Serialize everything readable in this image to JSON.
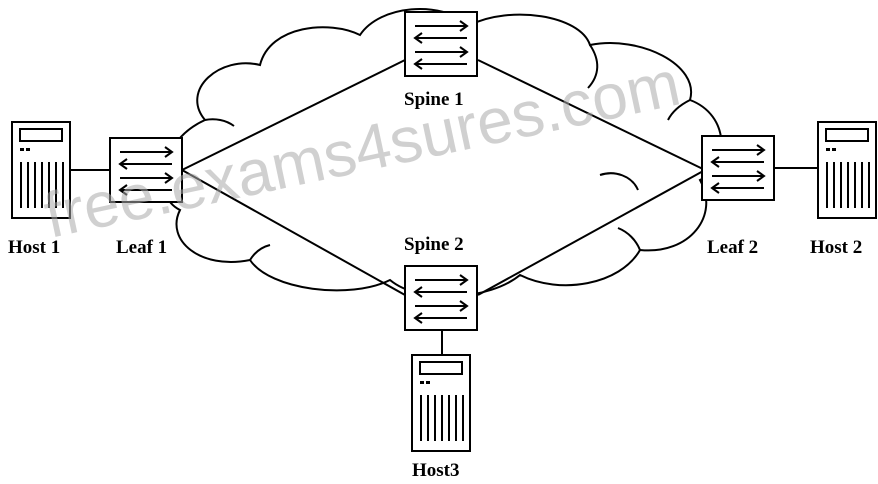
{
  "nodes": {
    "host1": {
      "label": "Host 1",
      "kind": "server-icon"
    },
    "leaf1": {
      "label": "Leaf 1",
      "kind": "switch-icon"
    },
    "spine1": {
      "label": "Spine 1",
      "kind": "switch-icon"
    },
    "spine2": {
      "label": "Spine 2",
      "kind": "switch-icon"
    },
    "leaf2": {
      "label": "Leaf 2",
      "kind": "switch-icon"
    },
    "host2": {
      "label": "Host 2",
      "kind": "server-icon"
    },
    "host3": {
      "label": "Host3",
      "kind": "server-icon"
    }
  },
  "links": [
    [
      "host1",
      "leaf1"
    ],
    [
      "leaf1",
      "spine1"
    ],
    [
      "leaf1",
      "spine2"
    ],
    [
      "spine1",
      "leaf2"
    ],
    [
      "spine2",
      "leaf2"
    ],
    [
      "leaf2",
      "host2"
    ],
    [
      "spine2",
      "host3"
    ]
  ],
  "cloud": {
    "kind": "network-cloud"
  },
  "watermark": {
    "text": "free.exams4sures.com"
  }
}
